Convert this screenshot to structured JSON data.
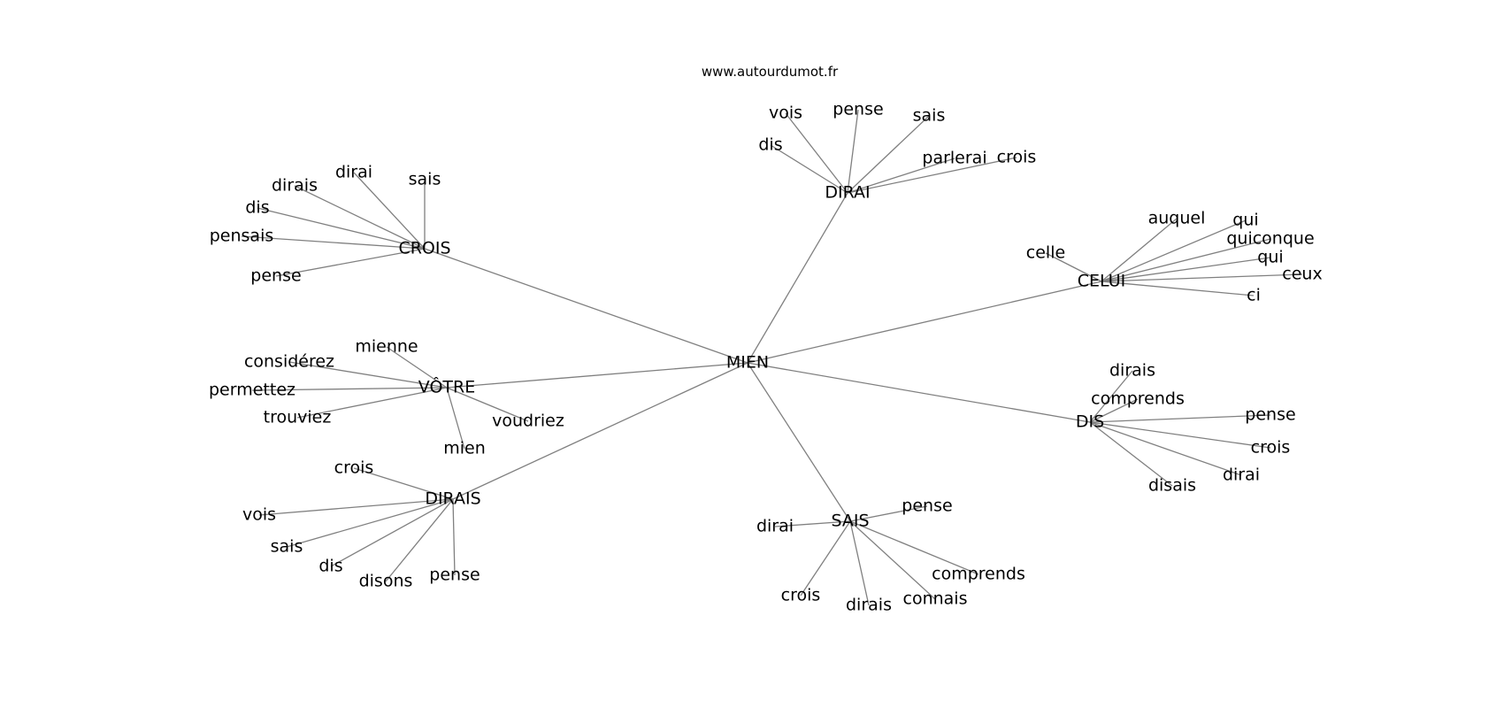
{
  "source_text": "www.autourdumot.fr",
  "graph": {
    "center": "MIEN",
    "hubs": [
      {
        "name": "CROIS",
        "leaves": [
          "dirai",
          "sais",
          "dirais",
          "dis",
          "pensais",
          "pense"
        ]
      },
      {
        "name": "DIRAI",
        "leaves": [
          "vois",
          "pense",
          "sais",
          "dis",
          "parlerai",
          "crois"
        ]
      },
      {
        "name": "CELUI",
        "leaves": [
          "auquel",
          "qui",
          "quiconque",
          "celle",
          "qui",
          "ceux",
          "ci"
        ]
      },
      {
        "name": "VÔTRE",
        "leaves": [
          "mienne",
          "considérez",
          "permettez",
          "trouviez",
          "voudriez",
          "mien"
        ]
      },
      {
        "name": "DIS",
        "leaves": [
          "dirais",
          "comprends",
          "pense",
          "crois",
          "dirai",
          "disais"
        ]
      },
      {
        "name": "DIRAIS",
        "leaves": [
          "crois",
          "vois",
          "sais",
          "dis",
          "disons",
          "pense"
        ]
      },
      {
        "name": "SAIS",
        "leaves": [
          "pense",
          "dirai",
          "comprends",
          "crois",
          "dirais",
          "connais"
        ]
      }
    ]
  }
}
